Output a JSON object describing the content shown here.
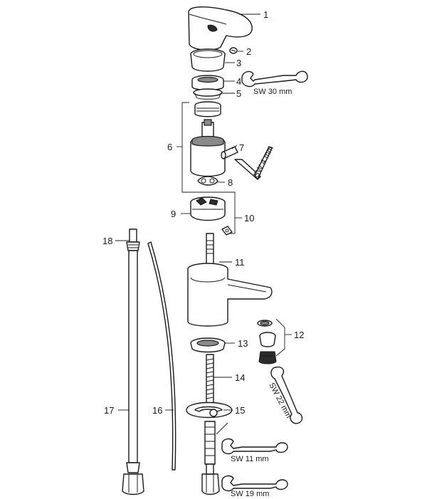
{
  "labels": {
    "p1": "1",
    "p2": "2",
    "p3": "3",
    "p4": "4",
    "p5": "5",
    "p6": "6",
    "p7": "7",
    "p8": "8",
    "p9": "9",
    "p10": "10",
    "p11": "11",
    "p12": "12",
    "p13": "13",
    "p14": "14",
    "p15": "15",
    "p16": "16",
    "p17": "17",
    "p18": "18"
  },
  "tools": {
    "sw30": "SW 30 mm",
    "sw4": "SW 4 mm",
    "sw22": "SW 22 mm",
    "sw11": "SW 11 mm",
    "sw19": "SW 19 mm"
  }
}
